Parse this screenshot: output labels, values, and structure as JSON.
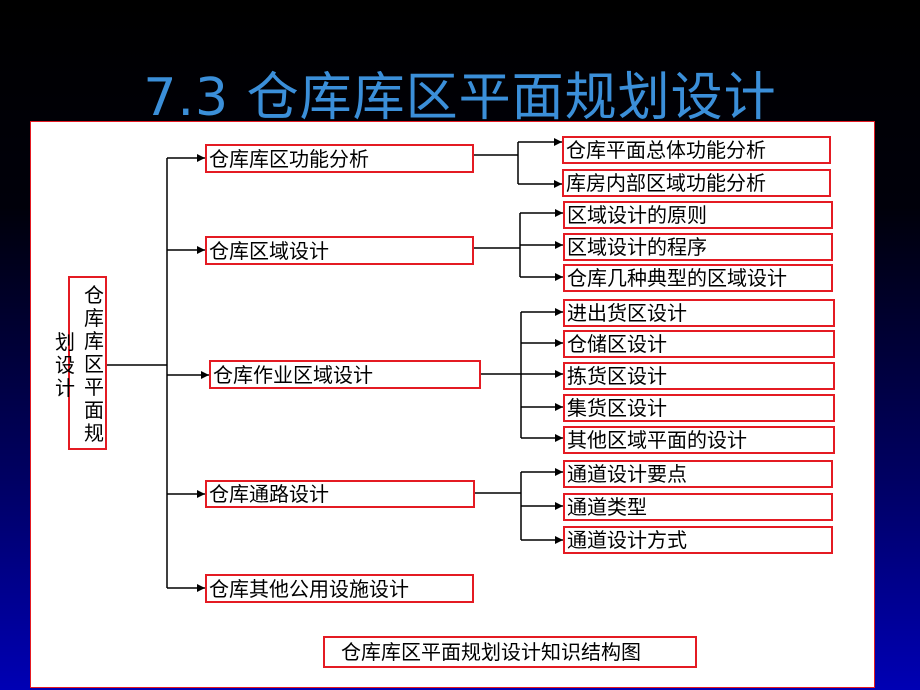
{
  "title": "7.3  仓库库区平面规划设计",
  "root": {
    "text": "仓库库区平面规",
    "tail": "划设计"
  },
  "branches": [
    {
      "label": "仓库库区功能分析",
      "children": [
        "仓库平面总体功能分析",
        "库房内部区域功能分析"
      ]
    },
    {
      "label": "仓库区域设计",
      "children": [
        "区域设计的原则",
        "区域设计的程序",
        "仓库几种典型的区域设计"
      ]
    },
    {
      "label": "仓库作业区域设计",
      "children": [
        "进出货区设计",
        "仓储区设计",
        "拣货区设计",
        "集货区设计",
        "其他区域平面的设计"
      ]
    },
    {
      "label": "仓库通路设计",
      "children": [
        "通道设计要点",
        "通道类型",
        "通道设计方式"
      ]
    },
    {
      "label": "仓库其他公用设施设计",
      "children": []
    }
  ],
  "caption": "仓库库区平面规划设计知识结构图",
  "colors": {
    "title": "#3b8fd9",
    "border": "#e41b23",
    "line": "#000000"
  }
}
